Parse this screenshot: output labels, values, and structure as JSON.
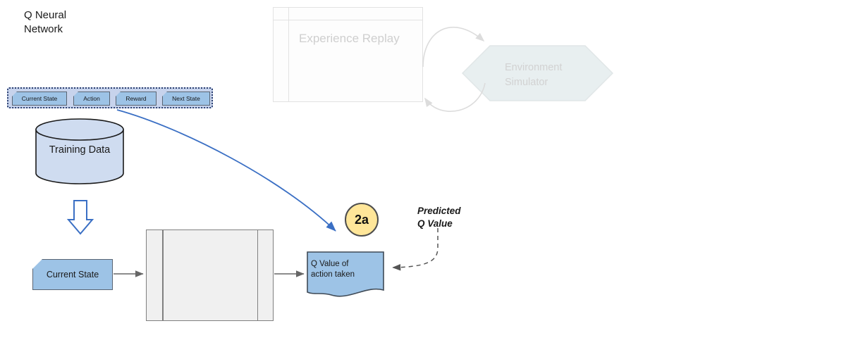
{
  "diagram": {
    "title": "Deep Q-Network training step 2a",
    "colors": {
      "tuple_container_fill": "#c7d3ec",
      "tuple_container_border": "#2b3f70",
      "blue_shape_fill": "#9dc3e6",
      "cylinder_fill": "#cfdcf0",
      "process_fill": "#f0f0f0",
      "badge_fill": "#ffe699",
      "badge_border": "#4d4d4d",
      "blue_arrow": "#3a6fc4",
      "gray_arrow": "#666666",
      "faded_text": "#cfcfcf",
      "faded_hex_fill": "#e8eff0"
    },
    "tuple": {
      "name": "experience-tuple",
      "items": [
        {
          "label": "Current State"
        },
        {
          "label": "Action"
        },
        {
          "label": "Reward"
        },
        {
          "label": "Next State"
        }
      ]
    },
    "training_data": {
      "label": "Training Data",
      "shape": "cylinder"
    },
    "current_state": {
      "label": "Current State",
      "shape": "cut-corner-rectangle"
    },
    "q_neural_network": {
      "label": "Q Neural\nNetwork",
      "shape": "process"
    },
    "q_value": {
      "label": "Q Value of\naction taken",
      "shape": "document"
    },
    "step_badge": {
      "label": "2a"
    },
    "predicted_annotation": {
      "label": "Predicted\nQ Value"
    },
    "faded": {
      "experience_replay": {
        "label": "Experience Replay",
        "shape": "table"
      },
      "environment_simulator": {
        "label": "Environment\nSimulator",
        "shape": "hexagon"
      }
    },
    "connectors": [
      {
        "name": "tuple-to-qvalue",
        "style": "solid-curved",
        "color": "#3a6fc4"
      },
      {
        "name": "training-data-to-current-state",
        "style": "hollow-block-arrow",
        "color": "#3a6fc4"
      },
      {
        "name": "current-state-to-qnn",
        "style": "solid-straight",
        "color": "#666666"
      },
      {
        "name": "qnn-to-qvalue",
        "style": "solid-straight",
        "color": "#666666"
      },
      {
        "name": "predicted-to-qvalue",
        "style": "dashed-curved",
        "color": "#555555"
      },
      {
        "name": "replay-to-simulator",
        "style": "faded-curved",
        "color": "#dcdcdc"
      },
      {
        "name": "simulator-to-replay",
        "style": "faded-curved",
        "color": "#dcdcdc"
      }
    ]
  }
}
